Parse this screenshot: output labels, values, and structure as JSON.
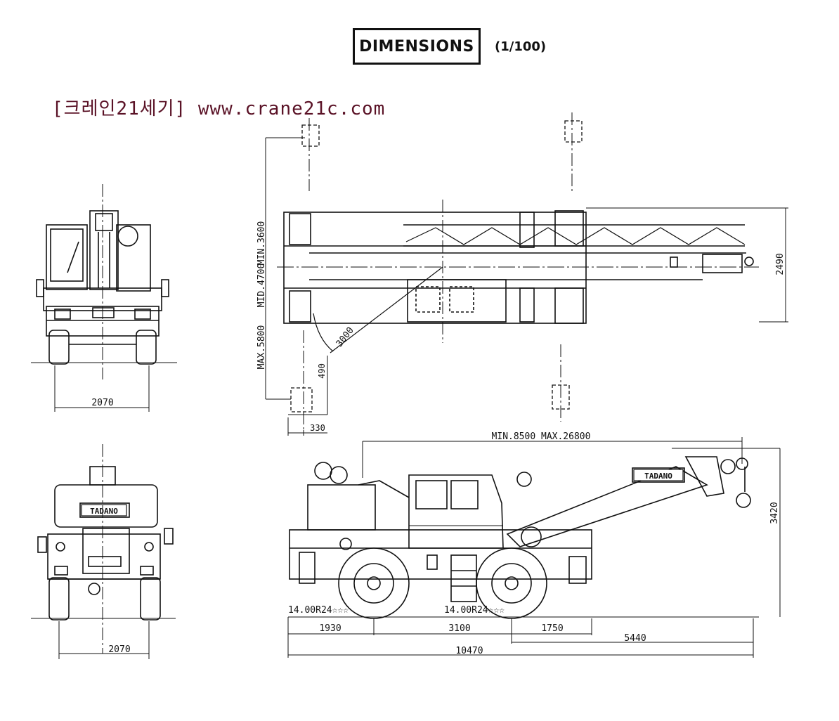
{
  "title": "DIMENSIONS",
  "scale": "(1/100)",
  "watermark": "[크레인21세기] www.crane21c.com",
  "brand": "TADANO",
  "front_view": {
    "width": "2070"
  },
  "rear_view": {
    "width": "2070"
  },
  "top_view": {
    "outrigger_min": "MIN.3600",
    "outrigger_mid": "MID.4700",
    "outrigger_max": "MAX.5800",
    "width": "2490",
    "radius": "3000",
    "pad_offset": "490",
    "pad_size": "330"
  },
  "side_view": {
    "boom_length": "MIN.8500 MAX.26800",
    "height": "3420",
    "tire_front": "14.00R24☆☆☆",
    "tire_rear": "14.00R24☆☆☆",
    "front_overhang": "1930",
    "wheelbase": "3100",
    "rear_overhang": "1750",
    "boom_overhang": "5440",
    "overall_length": "10470"
  }
}
